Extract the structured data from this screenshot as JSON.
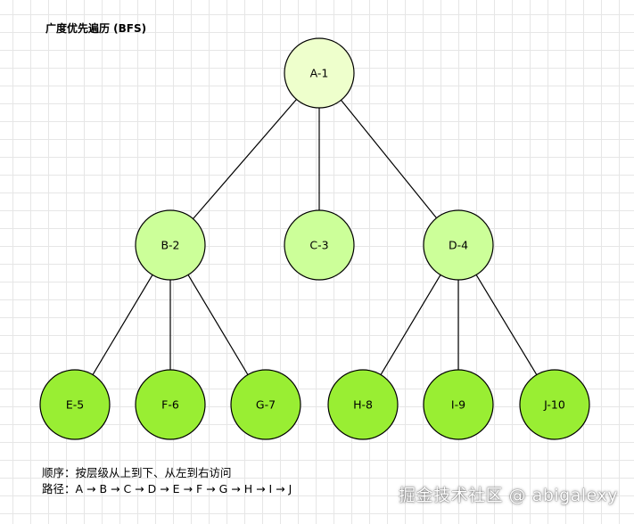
{
  "title": "广度优先遍历 (BFS)",
  "colors": {
    "level1": "#eeffcc",
    "level2": "#ccff99",
    "level3": "#99ee33",
    "stroke": "#000000"
  },
  "tree": {
    "nodes": [
      {
        "id": "A",
        "label": "A-1",
        "level": 1
      },
      {
        "id": "B",
        "label": "B-2",
        "level": 2
      },
      {
        "id": "C",
        "label": "C-3",
        "level": 2
      },
      {
        "id": "D",
        "label": "D-4",
        "level": 2
      },
      {
        "id": "E",
        "label": "E-5",
        "level": 3
      },
      {
        "id": "F",
        "label": "F-6",
        "level": 3
      },
      {
        "id": "G",
        "label": "G-7",
        "level": 3
      },
      {
        "id": "H",
        "label": "H-8",
        "level": 3
      },
      {
        "id": "I",
        "label": "I-9",
        "level": 3
      },
      {
        "id": "J",
        "label": "J-10",
        "level": 3
      }
    ],
    "edges": [
      [
        "A",
        "B"
      ],
      [
        "A",
        "C"
      ],
      [
        "A",
        "D"
      ],
      [
        "B",
        "E"
      ],
      [
        "B",
        "F"
      ],
      [
        "B",
        "G"
      ],
      [
        "D",
        "H"
      ],
      [
        "D",
        "I"
      ],
      [
        "D",
        "J"
      ]
    ]
  },
  "notes": {
    "order": "顺序：按层级从上到下、从左到右访问",
    "path": "路径：A → B → C → D → E → F → G → H → I → J"
  },
  "watermark": "掘金技术社区 @ abigalexy"
}
